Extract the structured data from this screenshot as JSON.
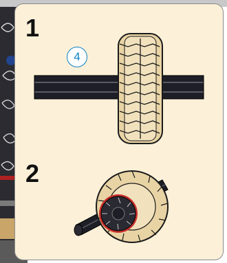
{
  "instructions": {
    "steps": [
      {
        "number": "1",
        "quantity": "4",
        "parts": [
          "axle-black",
          "tire-tan"
        ]
      },
      {
        "number": "2",
        "parts": [
          "differential-gear-tan",
          "axle-black"
        ]
      }
    ],
    "colors": {
      "panel_background": "#fcf1d8",
      "panel_border": "#8a8a8a",
      "quantity_badge": "#0c7fc4",
      "tan_part": "#e8d3a4",
      "black_part": "#1e1e26",
      "red_rim": "#c9302c"
    }
  }
}
